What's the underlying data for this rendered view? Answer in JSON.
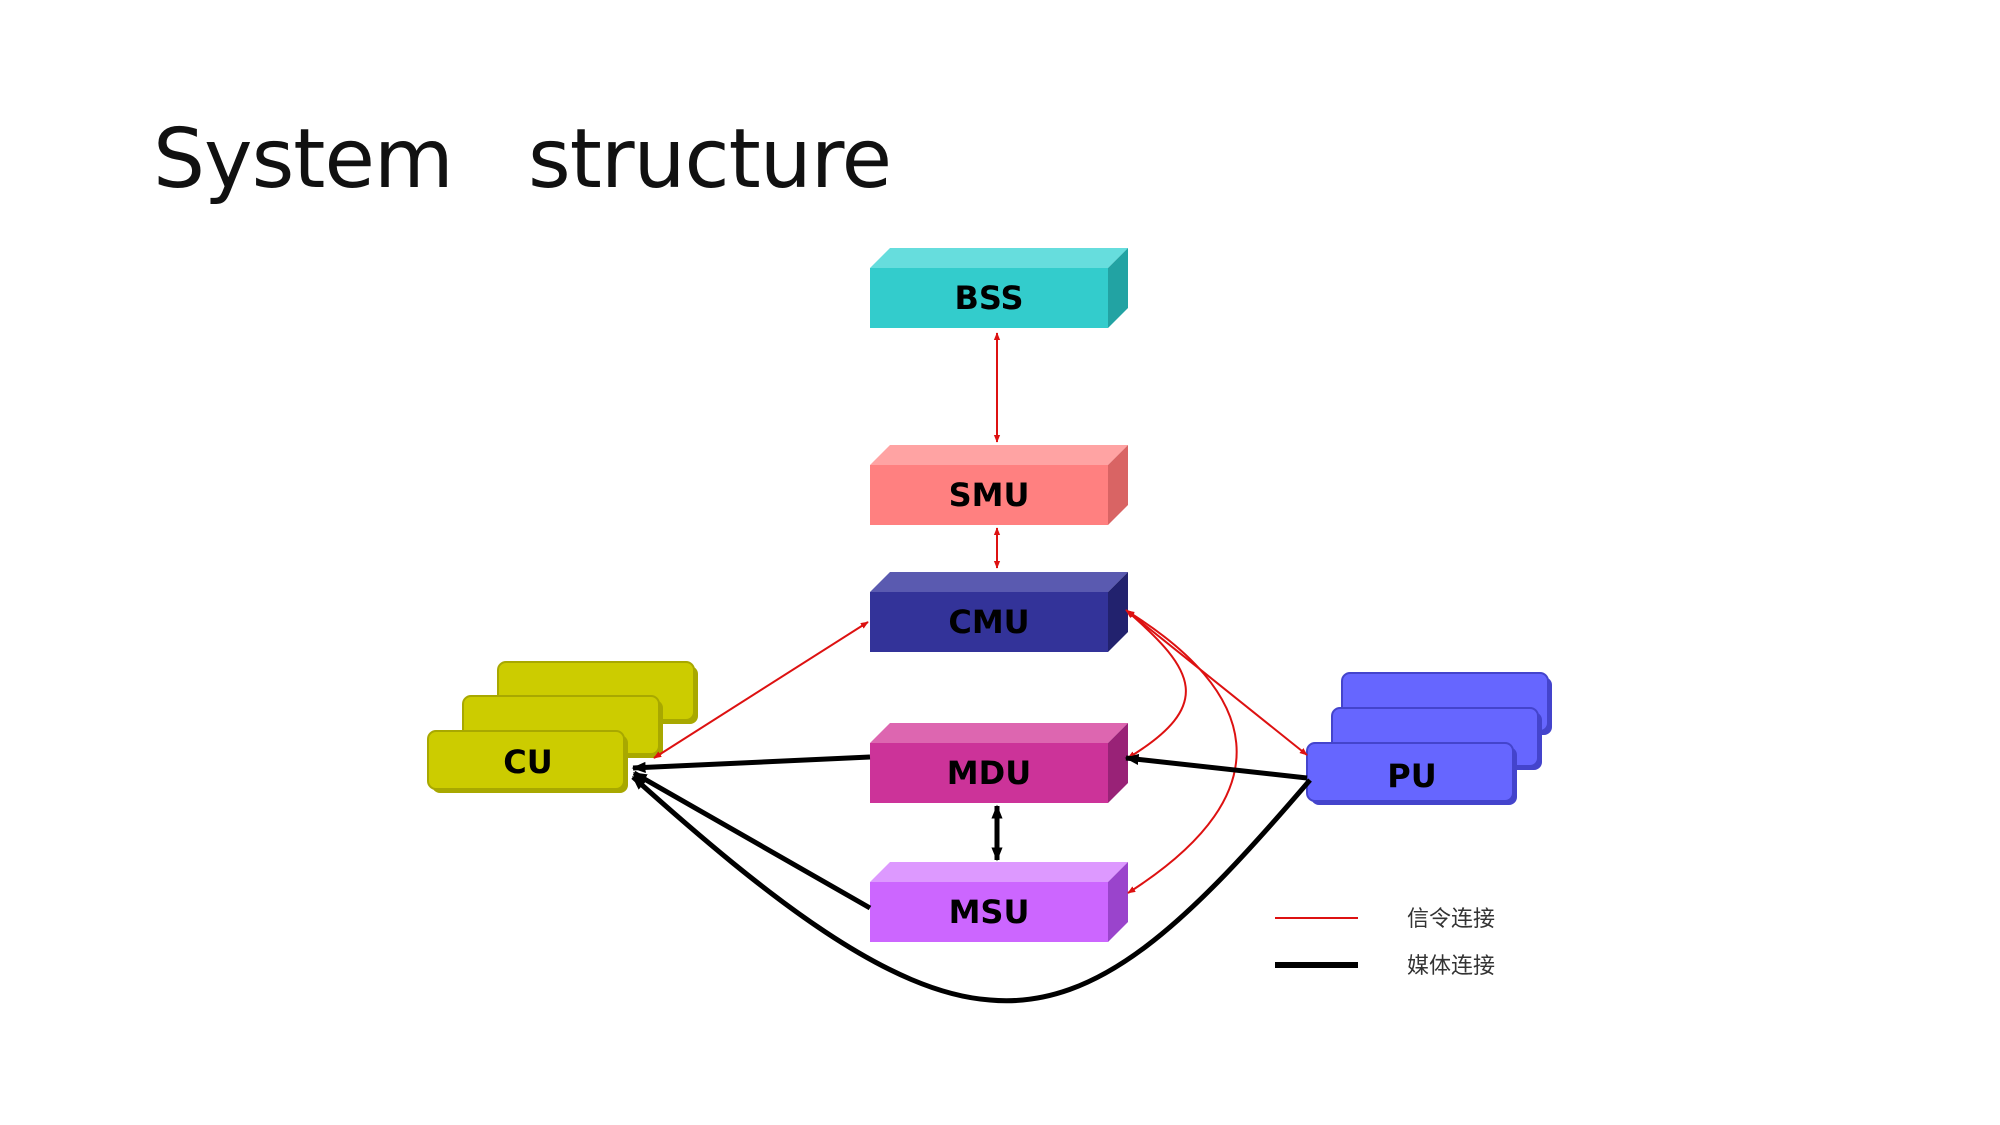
{
  "title": "System   structure",
  "nodes": {
    "bss": {
      "label": "BSS",
      "color": "#33cccc"
    },
    "smu": {
      "label": "SMU",
      "color": "#ff8080"
    },
    "cmu": {
      "label": "CMU",
      "color": "#333399"
    },
    "mdu": {
      "label": "MDU",
      "color": "#cc3399"
    },
    "msu": {
      "label": "MSU",
      "color": "#cc66ff"
    },
    "cu": {
      "label": "CU",
      "color": "#cccc00"
    },
    "pu": {
      "label": "PU",
      "color": "#6666ff"
    }
  },
  "legend": {
    "signaling": {
      "label": "信令连接",
      "color": "#dd1111"
    },
    "media": {
      "label": "媒体连接",
      "color": "#000000"
    }
  }
}
